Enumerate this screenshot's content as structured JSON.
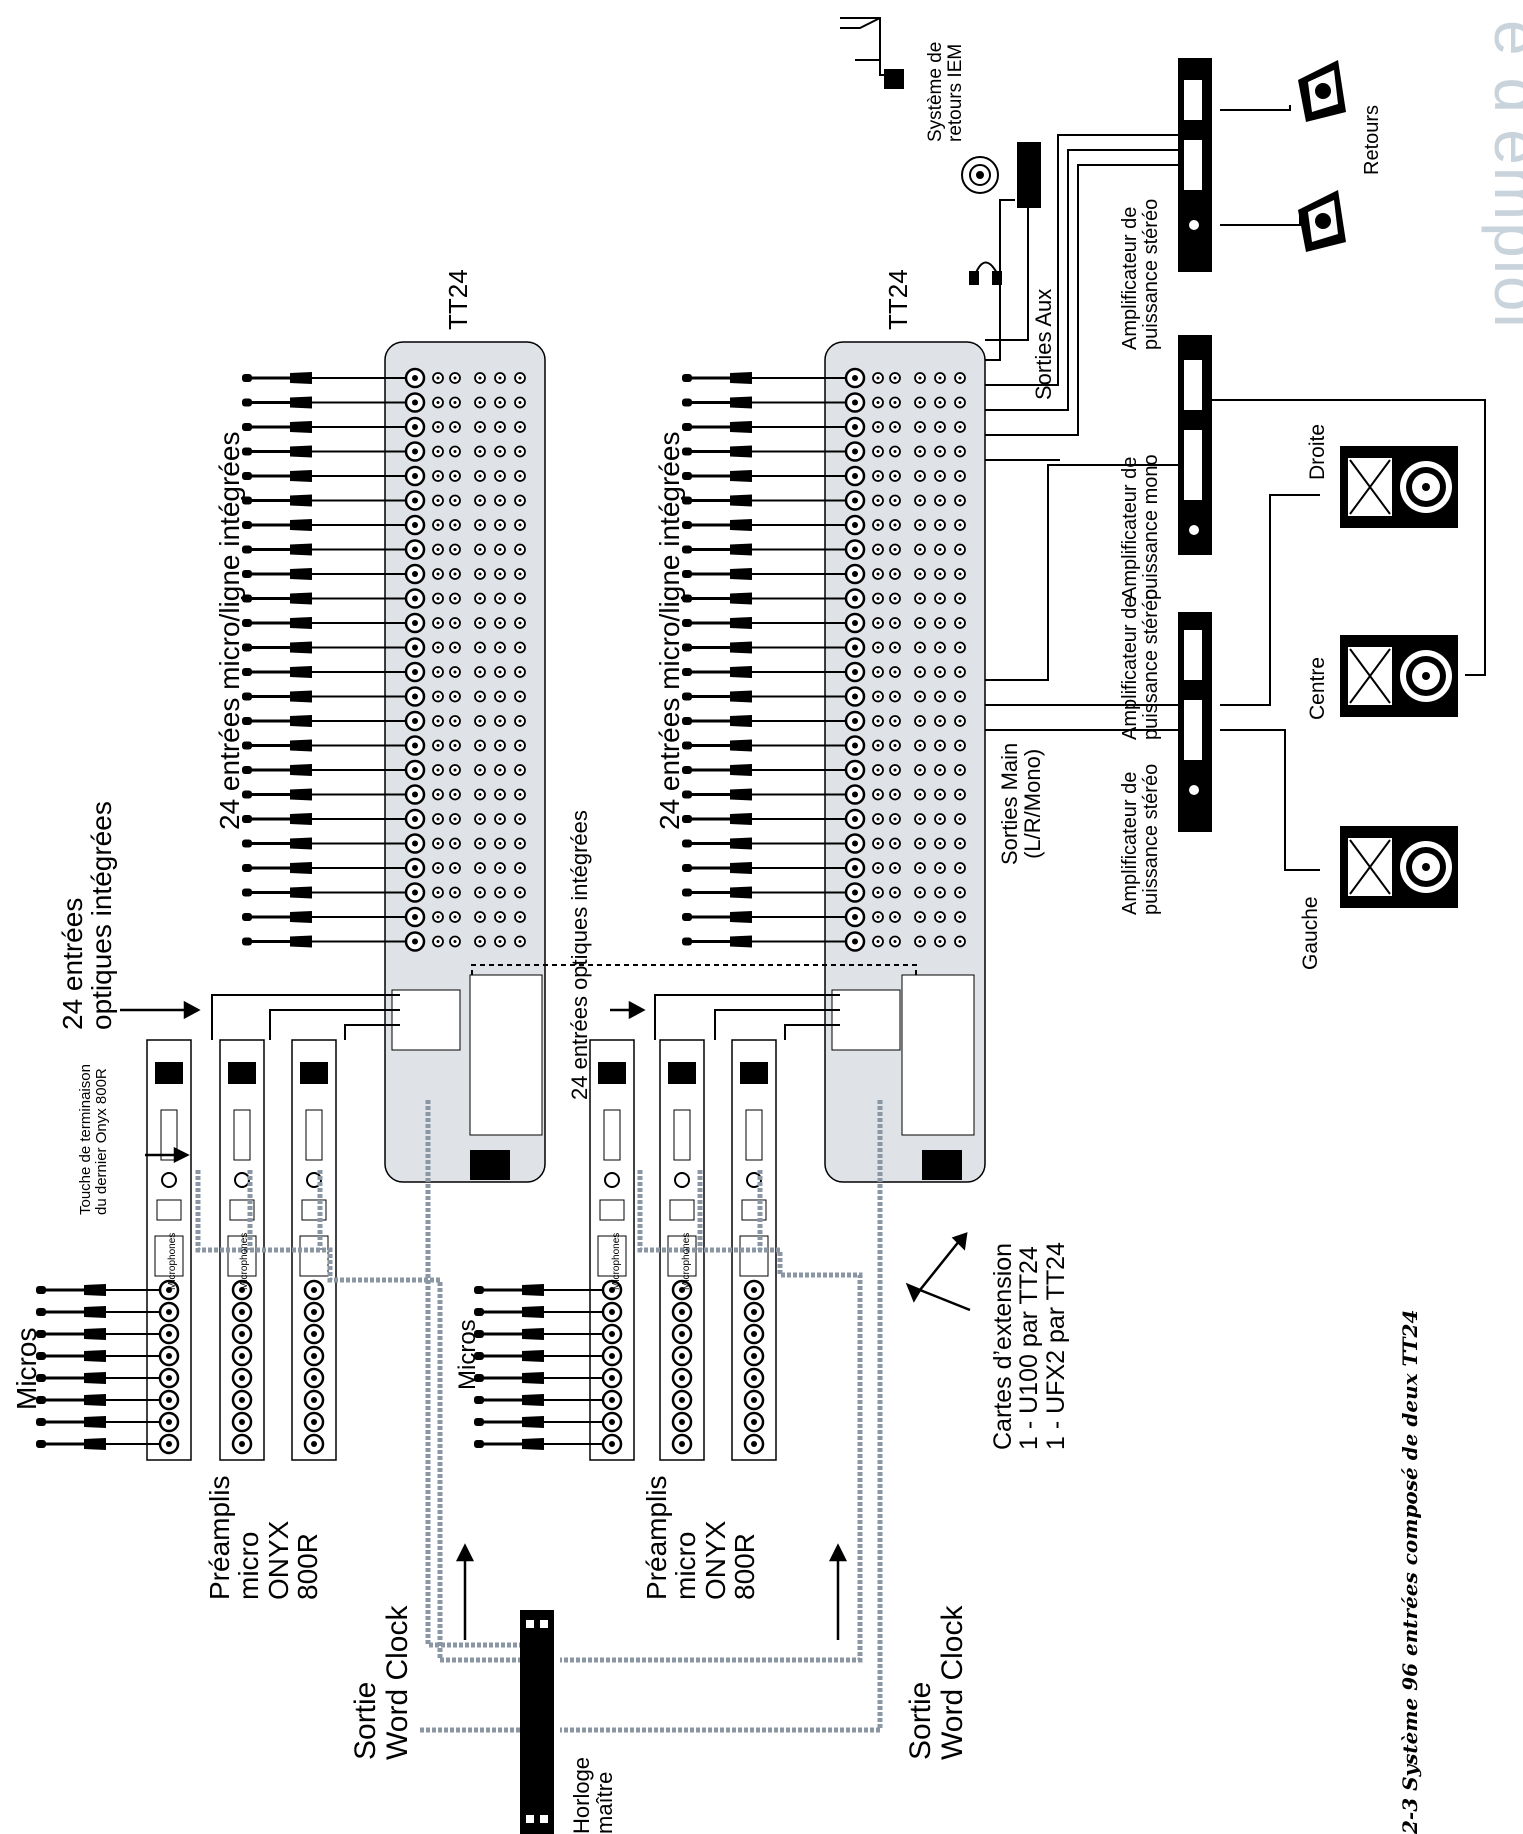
{
  "header": {
    "watermark": "e d'emploi"
  },
  "labels": {
    "tt24_top": "TT24",
    "tt24_bottom": "TT24",
    "inputs_mic_line_top": "24 entrées micro/ligne intégrées",
    "inputs_mic_line_bottom": "24 entrées micro/ligne intégrées",
    "optical_top_1": "24 entrées",
    "optical_top_2": "optiques intégrées",
    "optical_bottom": "24 entrées optiques intégrées",
    "termination_1": "Touche de terminaison",
    "termination_2": "du dernier Onyx 800R",
    "micros_top": "Micros",
    "micros_bottom": "Micros",
    "microphones_small": "Microphones",
    "preamp_top_1": "Préamplis",
    "preamp_top_2": "micro",
    "preamp_top_3": "ONYX",
    "preamp_top_4": "800R",
    "preamp_bottom_1": "Préamplis",
    "preamp_bottom_2": "micro",
    "preamp_bottom_3": "ONYX",
    "preamp_bottom_4": "800R",
    "wordclock_top_1": "Sortie",
    "wordclock_top_2": "Word Clock",
    "wordclock_bottom_1": "Sortie",
    "wordclock_bottom_2": "Word Clock",
    "master_clock_1": "Horloge",
    "master_clock_2": "maître",
    "expansion_1": "Cartes d’extension",
    "expansion_2": "1 - U100 par TT24",
    "expansion_3": "1 - UFX2 par TT24",
    "main_out_1": "Sorties Main",
    "main_out_2": "(L/R/Mono)",
    "aux_out": "Sorties Aux",
    "iem_1": "Système de",
    "iem_2": "retours IEM",
    "amp_stereo_top_1": "Amplificateur de",
    "amp_stereo_top_2": "puissance stéréo",
    "amp_mono_1": "Amplificateur de",
    "amp_mono_2": "puissance mono",
    "amp_stereo_bottom_1": "Amplificateur de",
    "amp_stereo_bottom_2": "puissance stéréo",
    "amp_stereo_mid_1": "Amplificateur de",
    "amp_stereo_mid_2": "puissance stéréo",
    "retours": "Retours",
    "droite": "Droite",
    "centre": "Centre",
    "gauche": "Gauche"
  },
  "caption": "2-3 Système 96 entrées composé de deux TT24",
  "colors": {
    "console_fill": "#dfe3e8",
    "cable_grey": "#8a96a3",
    "watermark": "#c9d3dc"
  }
}
